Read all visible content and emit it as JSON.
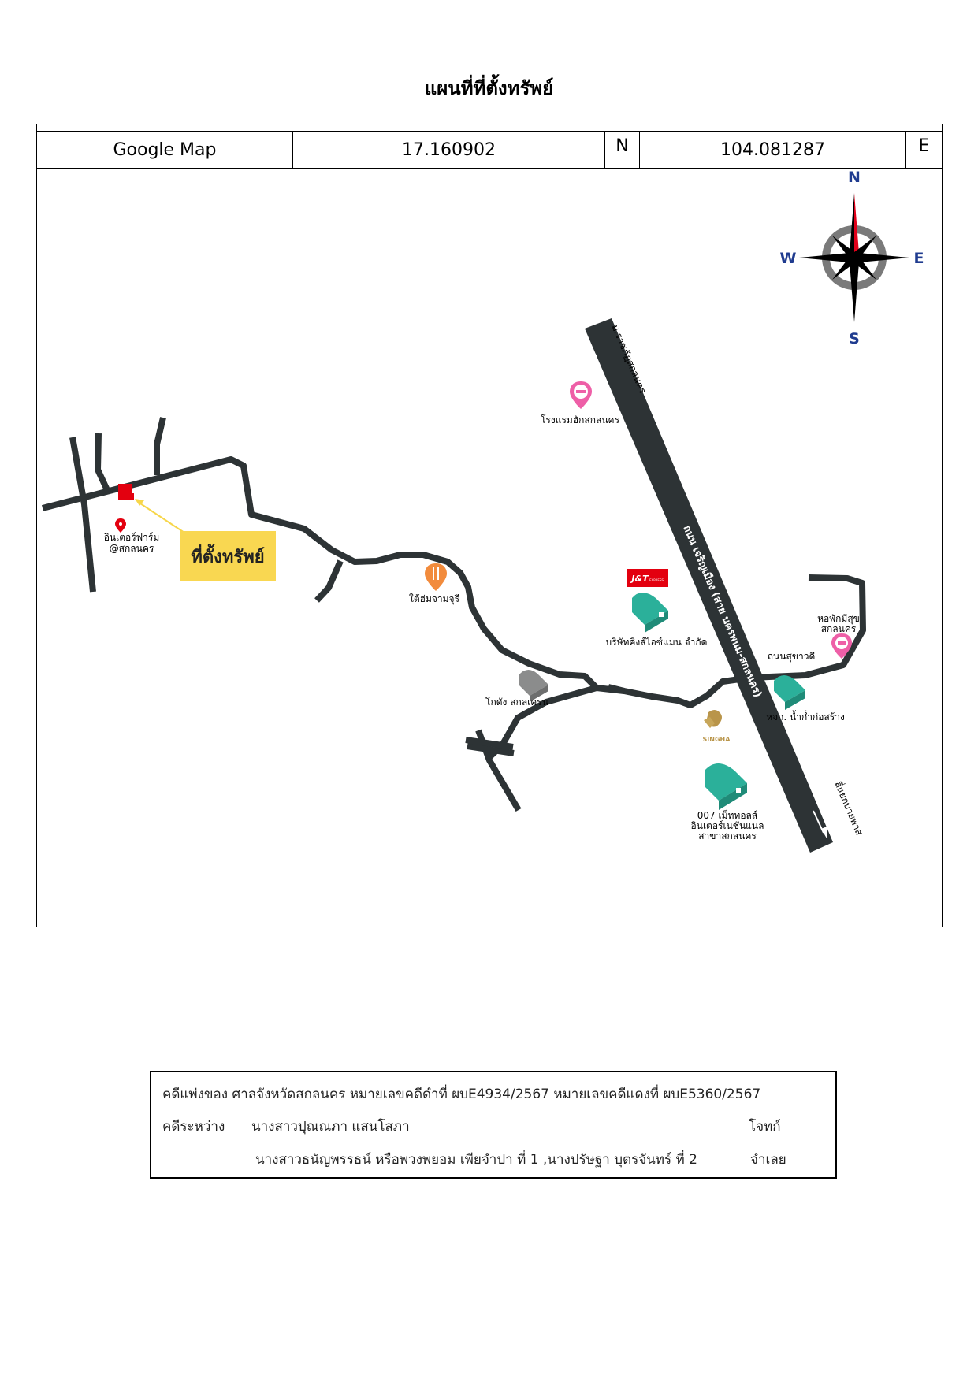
{
  "title": "แผนที่ที่ตั้งทรัพย์",
  "coordinates": {
    "source": "Google Map",
    "latitude": "17.160902",
    "lat_dir": "N",
    "longitude": "104.081287",
    "lon_dir": "E"
  },
  "compass": {
    "n": "N",
    "s": "S",
    "e": "E",
    "w": "W"
  },
  "map": {
    "property_label": "ที่ตั้งทรัพย์",
    "places": {
      "interfarm_line1": "อินเตอร์ฟาร์ม",
      "interfarm_line2": "@สกลนคร",
      "hotel": "โรงแรมฮักสกลนคร",
      "restaurant": "ใต้ฮ่มจามจุรี",
      "jt_logo": "J&T",
      "jt_logo_sub": "EXPRESS",
      "company": "บริษัทคิงส์ไอซ์แมน จำกัด",
      "warehouse": "โกดัง สกลเครน",
      "dormitory_line1": "หอพักมีสุข",
      "dormitory_line2": "สกลนคร",
      "street_sukhawadee": "ถนนสุขาวดี",
      "material_shop": "หจก. น้ำก่ำก่อสร้าง",
      "singha": "SINGHA",
      "seven_line1": "007 เม็ททอลส์",
      "seven_line2": "อินเตอร์เนชั่นแนล",
      "seven_line3": "สาขาสกลนคร",
      "main_road": "ถนน เจริญเมือง (สาย นครพนม-สกลนคร)",
      "to_north": "ม.ราชภัฏสกลนคร",
      "to_south": "สี่แยกบายพาส"
    }
  },
  "case": {
    "line1": "คดีแพ่งของ ศาลจังหวัดสกลนคร หมายเลขคดีดำที่ ผบE4934/2567 หมายเลขคดีแดงที่ ผบE5360/2567",
    "between_label": "คดีระหว่าง",
    "plaintiff": "นางสาวปุณณภา แสนโสภา",
    "plaintiff_role": "โจทก์",
    "defendants": "นางสาวธนัญพรรธน์ หรือพวงพยอม เพียจำปา ที่ 1 ,นางปรัษฐา บุตรจันทร์ ที่ 2",
    "defendant_role": "จำเลย"
  }
}
